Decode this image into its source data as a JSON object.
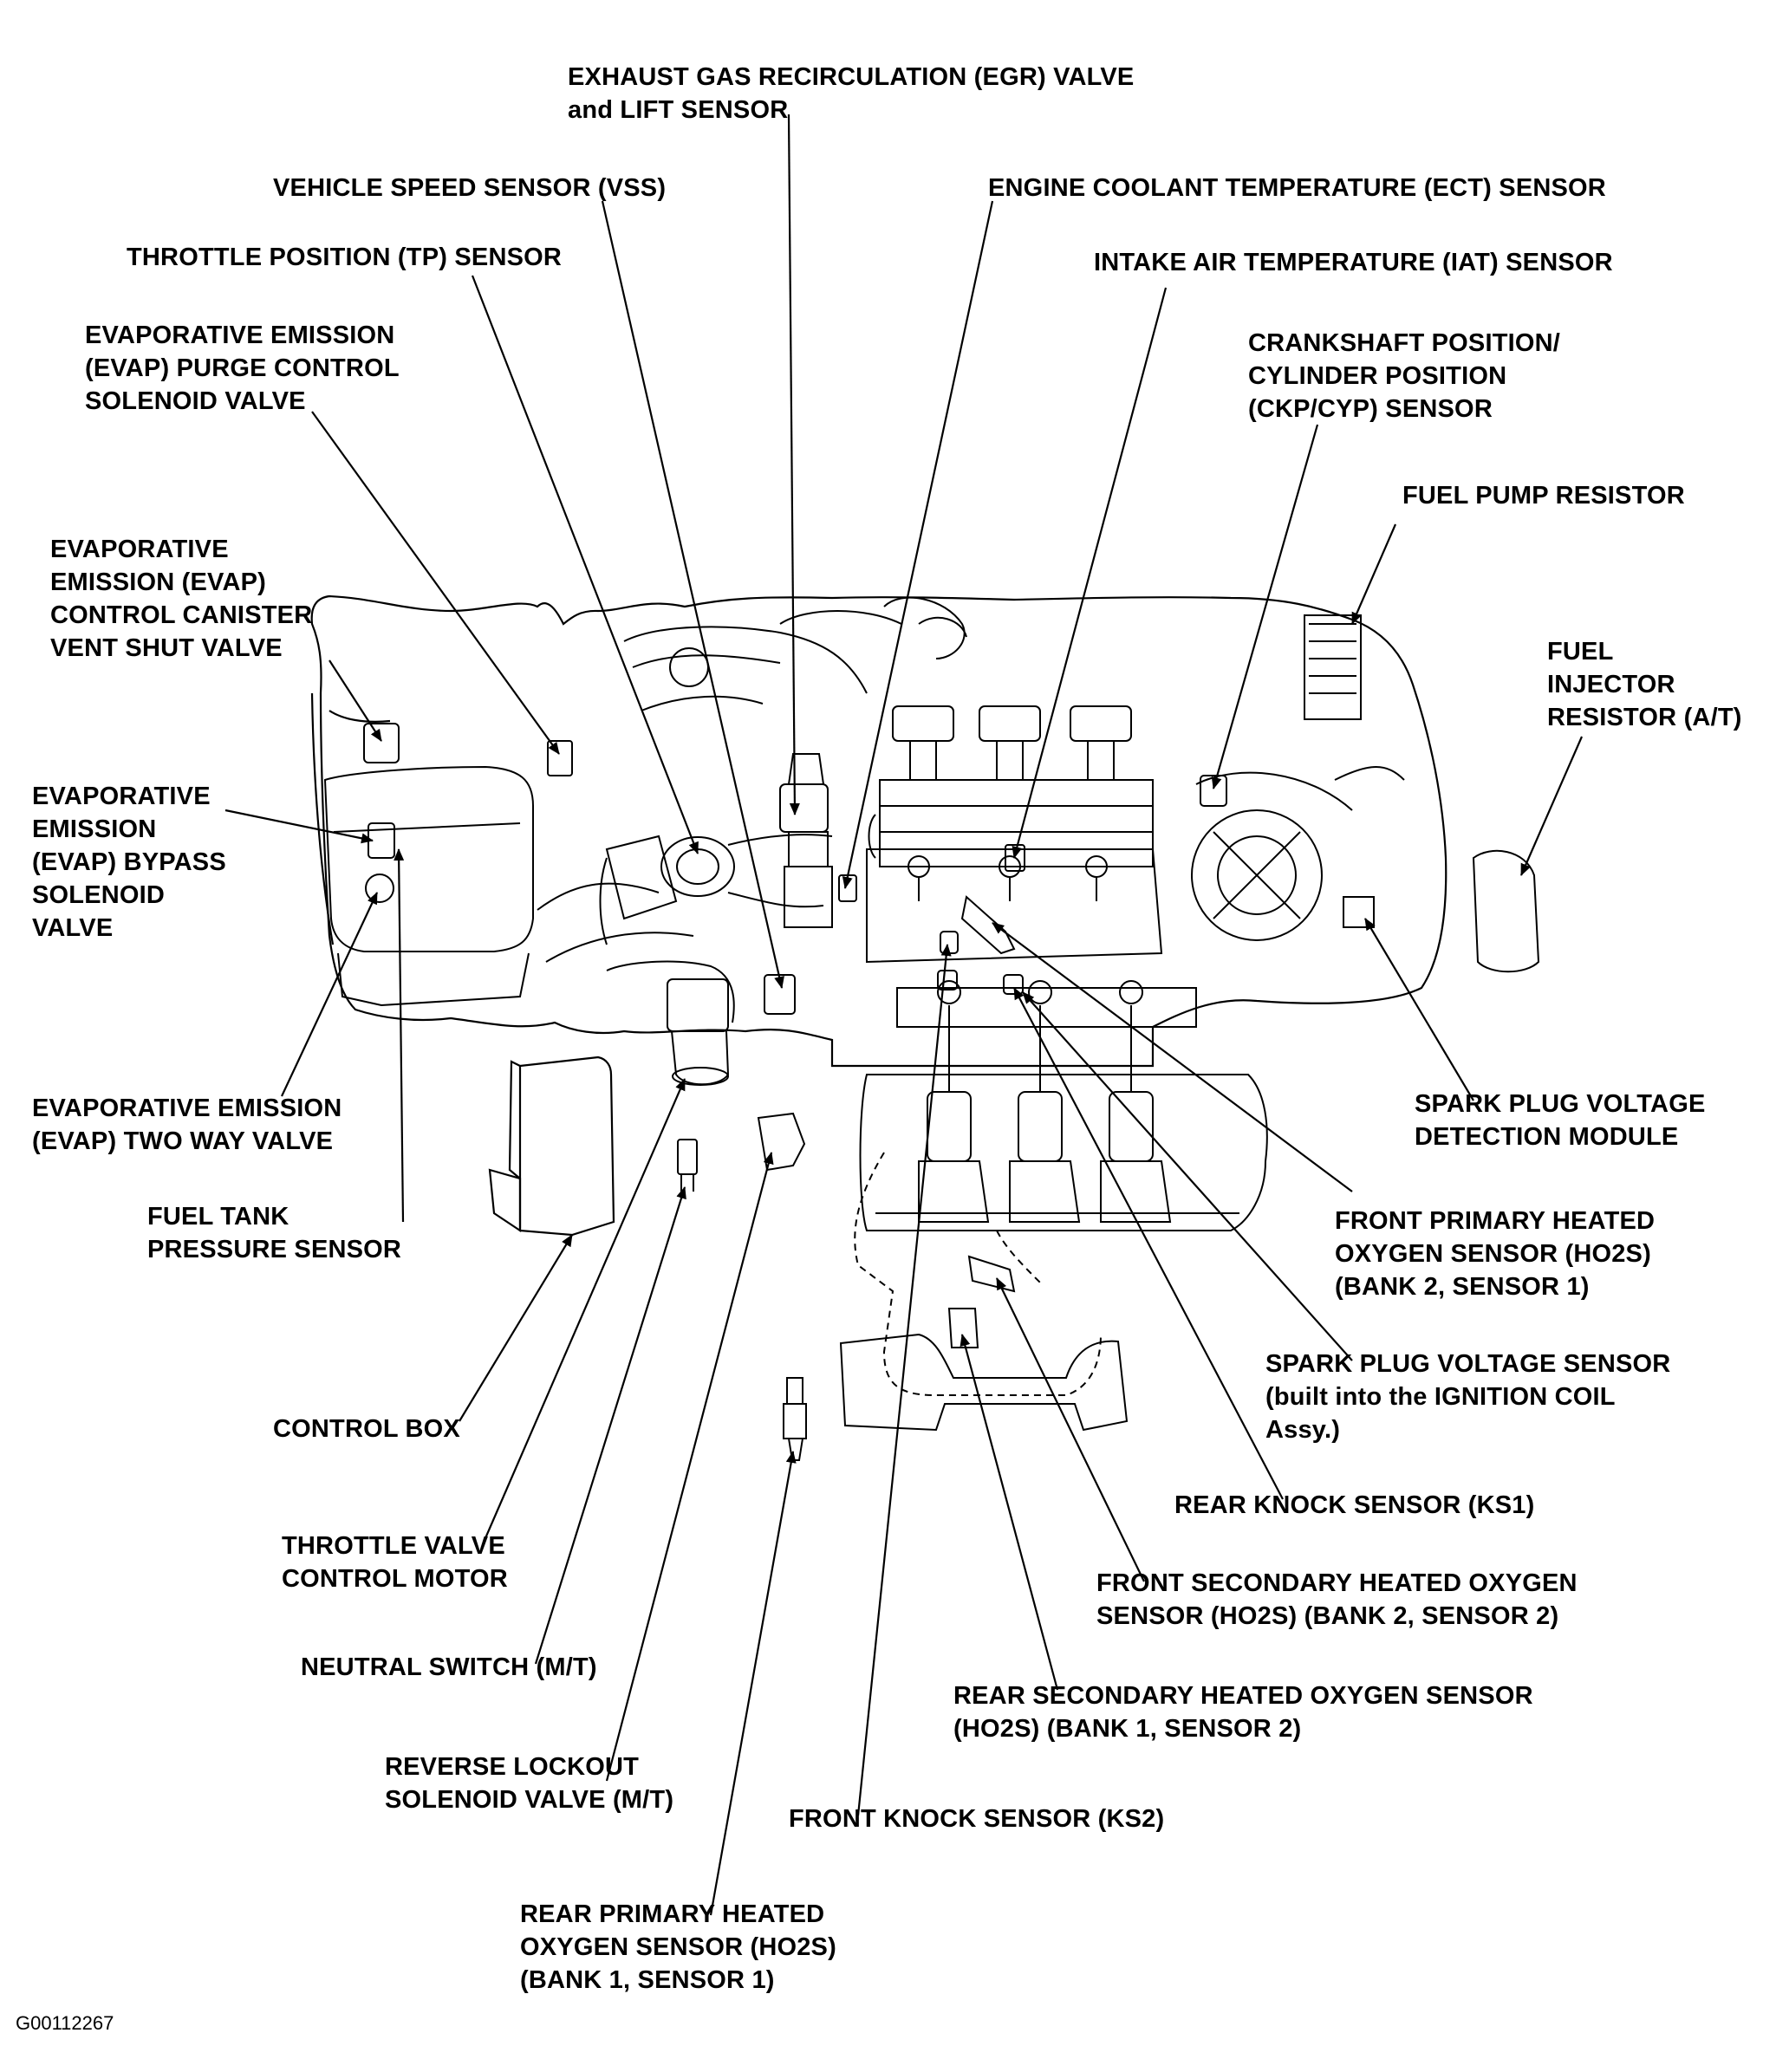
{
  "labels": {
    "egr": "EXHAUST GAS RECIRCULATION (EGR) VALVE\nand LIFT SENSOR",
    "vss": "VEHICLE SPEED SENSOR (VSS)",
    "ect": "ENGINE COOLANT TEMPERATURE (ECT) SENSOR",
    "tp": "THROTTLE POSITION (TP) SENSOR",
    "iat": "INTAKE AIR TEMPERATURE (IAT) SENSOR",
    "evap_purge": "EVAPORATIVE EMISSION\n(EVAP) PURGE CONTROL\nSOLENOID VALVE",
    "ckp": "CRANKSHAFT POSITION/\nCYLINDER POSITION\n(CKP/CYP) SENSOR",
    "fuel_pump_resistor": "FUEL PUMP RESISTOR",
    "evap_vent": "EVAPORATIVE\nEMISSION (EVAP)\nCONTROL CANISTER\nVENT SHUT VALVE",
    "fuel_injector_resistor": "FUEL\nINJECTOR\nRESISTOR (A/T)",
    "evap_bypass": "EVAPORATIVE\nEMISSION\n(EVAP) BYPASS\nSOLENOID\nVALVE",
    "evap_two_way": "EVAPORATIVE EMISSION\n(EVAP) TWO WAY VALVE",
    "spark_module": "SPARK PLUG VOLTAGE\nDETECTION MODULE",
    "fuel_tank_pressure": "FUEL TANK\nPRESSURE SENSOR",
    "front_primary_ho2s": "FRONT PRIMARY HEATED\nOXYGEN SENSOR (HO2S)\n(BANK 2, SENSOR 1)",
    "spark_sensor": "SPARK PLUG VOLTAGE SENSOR\n(built into the IGNITION COIL\nAssy.)",
    "control_box": "CONTROL BOX",
    "rear_knock": "REAR KNOCK SENSOR (KS1)",
    "throttle_motor": "THROTTLE VALVE\nCONTROL MOTOR",
    "front_secondary_ho2s": "FRONT SECONDARY HEATED OXYGEN\nSENSOR (HO2S) (BANK 2, SENSOR 2)",
    "neutral_switch": "NEUTRAL SWITCH (M/T)",
    "rear_secondary_ho2s": "REAR SECONDARY HEATED OXYGEN SENSOR\n(HO2S) (BANK 1, SENSOR 2)",
    "reverse_lockout": "REVERSE LOCKOUT\nSOLENOID VALVE (M/T)",
    "front_knock": "FRONT KNOCK SENSOR (KS2)",
    "rear_primary_ho2s": "REAR PRIMARY HEATED\nOXYGEN SENSOR (HO2S)\n(BANK 1, SENSOR 1)"
  },
  "figure_id": "G00112267",
  "colors": {
    "ink": "#000000",
    "paper": "#ffffff"
  }
}
